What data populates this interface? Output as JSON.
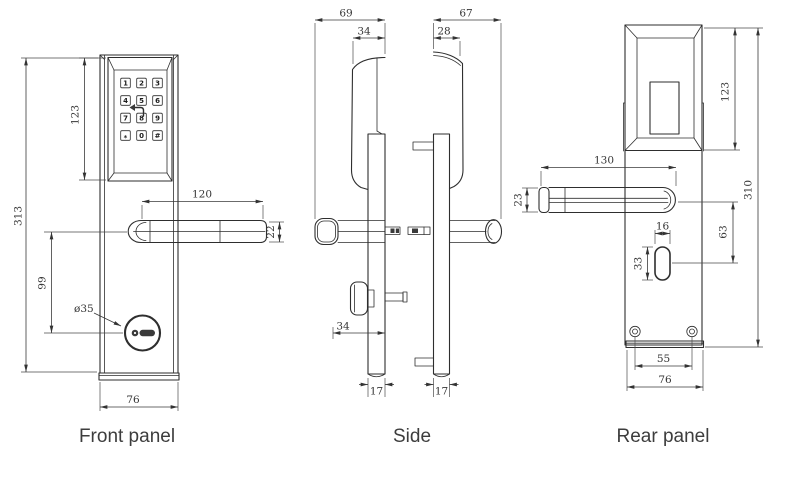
{
  "page": {
    "background": "#ffffff",
    "line_color": "#2e2e2e"
  },
  "views": {
    "front": {
      "label": "Front panel",
      "keypad_keys": [
        "1",
        "2",
        "3",
        "4",
        "5",
        "6",
        "7",
        "8",
        "9",
        "*",
        "0",
        "#"
      ],
      "dimensions": {
        "overall_height": "313",
        "keypad_height": "123",
        "lever_length": "120",
        "lever_width": "22",
        "lever_to_cylinder": "99",
        "cylinder_diameter": "ø35",
        "base_width": "76"
      }
    },
    "side": {
      "label": "Side",
      "dimensions": {
        "front_overall_depth": "69",
        "front_housing_depth": "34",
        "rear_overall_depth": "67",
        "rear_housing_depth": "28",
        "knob_depth": "34",
        "front_plate_thickness": "17",
        "rear_plate_thickness": "17"
      }
    },
    "rear": {
      "label": "Rear panel",
      "dimensions": {
        "cover_height": "123",
        "overall_height": "310",
        "lever_length": "130",
        "lever_width": "23",
        "cylinder_width": "16",
        "cylinder_height": "33",
        "lever_to_cylinder": "63",
        "screw_spacing": "55",
        "base_width": "76"
      }
    }
  }
}
